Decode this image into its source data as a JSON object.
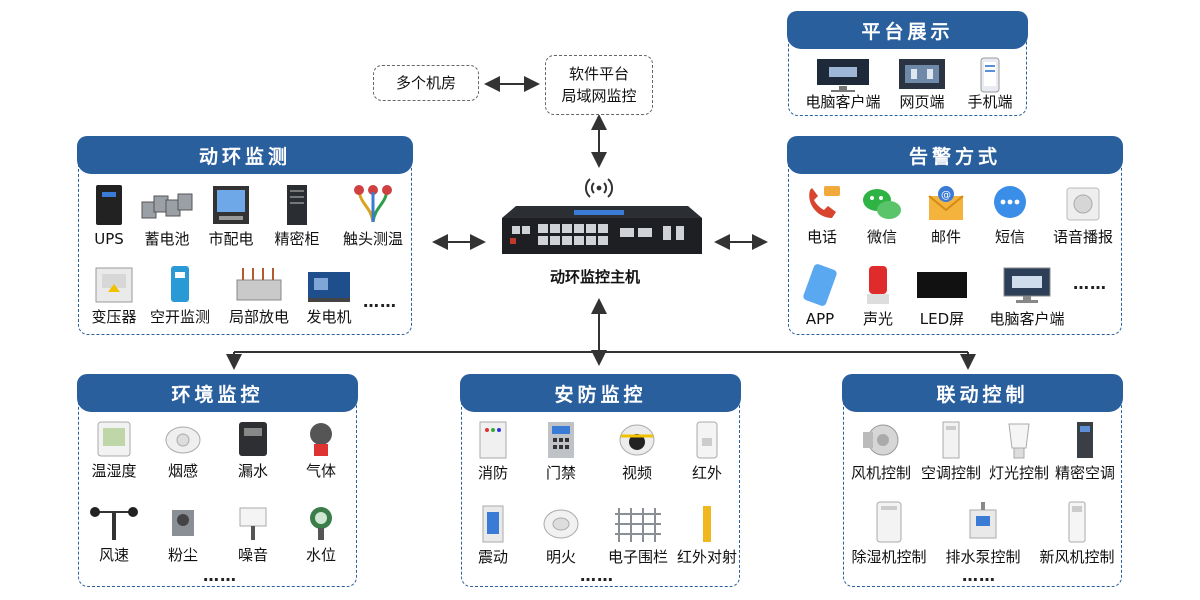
{
  "top": {
    "multi_room": "多个机房",
    "software_platform_line1": "软件平台",
    "software_platform_line2": "局域网监控",
    "host_label": "动环监控主机"
  },
  "platform_display": {
    "title": "平台展示",
    "items": [
      "电脑客户端",
      "网页端",
      "手机端"
    ]
  },
  "power_env": {
    "title": "动环监测",
    "row1": [
      "UPS",
      "蓄电池",
      "市配电",
      "精密柜",
      "触头测温"
    ],
    "row2": [
      "变压器",
      "空开监测",
      "局部放电",
      "发电机"
    ],
    "more": "……"
  },
  "alarm": {
    "title": "告警方式",
    "row1": [
      "电话",
      "微信",
      "邮件",
      "短信",
      "语音播报"
    ],
    "row2": [
      "APP",
      "声光",
      "LED屏",
      "电脑客户端"
    ],
    "more": "……"
  },
  "environment": {
    "title": "环境监控",
    "row1": [
      "温湿度",
      "烟感",
      "漏水",
      "气体"
    ],
    "row2": [
      "风速",
      "粉尘",
      "噪音",
      "水位"
    ],
    "more": "……"
  },
  "security": {
    "title": "安防监控",
    "row1": [
      "消防",
      "门禁",
      "视频",
      "红外"
    ],
    "row2": [
      "震动",
      "明火",
      "电子围栏",
      "红外对射"
    ],
    "more": "……"
  },
  "linkage": {
    "title": "联动控制",
    "row1": [
      "风机控制",
      "空调控制",
      "灯光控制",
      "精密空调"
    ],
    "row2": [
      "除湿机控制",
      "排水泵控制",
      "新风机控制"
    ],
    "more": "……"
  },
  "colors": {
    "accent": "#2a5f9e",
    "dashed_border": "#2a5f9e"
  }
}
